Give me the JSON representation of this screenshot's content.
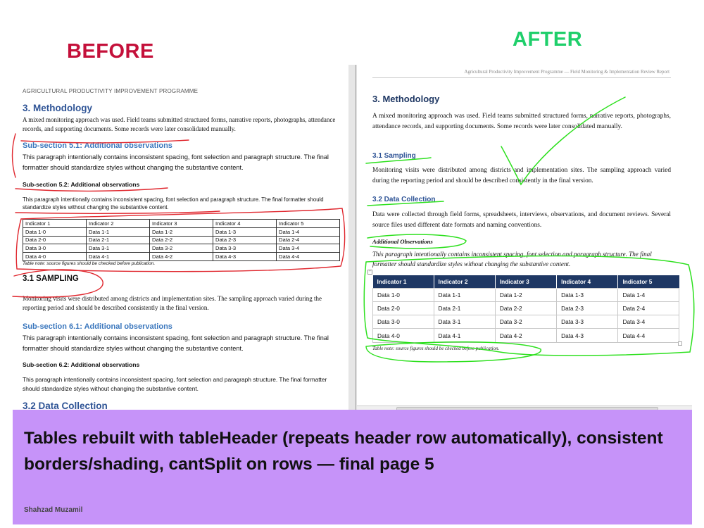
{
  "labels": {
    "before": "BEFORE",
    "after": "AFTER"
  },
  "before": {
    "programme": "AGRICULTURAL PRODUCTIVITY IMPROVEMENT PROGRAMME",
    "heading": "3. Methodology",
    "intro": "A mixed monitoring approach was used. Field teams submitted structured forms, narrative reports, photographs, attendance records, and supporting documents. Some records were later consolidated manually.",
    "sub51": "Sub-section 5.1: Additional observations",
    "para": "This paragraph intentionally contains inconsistent spacing, font selection and paragraph structure. The final formatter should standardize styles without changing the substantive content.",
    "sub52": "Sub-section 5.2: Additional observations",
    "sampling_heading": "3.1 SAMPLING",
    "sampling_text": "Monitoring visits were distributed among districts and implementation sites. The sampling approach varied during the reporting period and should be described consistently in the final version.",
    "sub61": "Sub-section 6.1: Additional observations",
    "sub62": "Sub-section 6.2: Additional observations",
    "table_note": "Table note: source figures should be checked before publication.",
    "cut_heading": "3.2 Data Collection"
  },
  "after": {
    "running_header": "Agricultural Productivity Improvement Programme — Field Monitoring & Implementation Review Report",
    "heading": "3. Methodology",
    "intro": "A mixed monitoring approach was used. Field teams submitted structured forms, narrative reports, photographs, attendance records, and supporting documents. Some records were later consolidated manually.",
    "sampling_heading": "3.1 Sampling",
    "sampling_text": "Monitoring visits were distributed among districts and implementation sites. The sampling approach varied during the reporting period and should be described consistently in the final version.",
    "data_heading": "3.2 Data Collection",
    "data_text": "Data were collected through field forms, spreadsheets, interviews, observations, and document reviews. Several source files used different date formats and naming conventions.",
    "obs_heading": "Additional Observations",
    "obs_text": "This paragraph intentionally contains inconsistent spacing, font selection and paragraph structure. The final formatter should standardize styles without changing the substantive content.",
    "table_note": "Table note: source figures should be checked before publication."
  },
  "table": {
    "headers": [
      "Indicator 1",
      "Indicator 2",
      "Indicator 3",
      "Indicator 4",
      "Indicator 5"
    ],
    "rows": [
      [
        "Data 1-0",
        "Data 1-1",
        "Data 1-2",
        "Data 1-3",
        "Data 1-4"
      ],
      [
        "Data 2-0",
        "Data 2-1",
        "Data 2-2",
        "Data 2-3",
        "Data 2-4"
      ],
      [
        "Data 3-0",
        "Data 3-1",
        "Data 3-2",
        "Data 3-3",
        "Data 3-4"
      ],
      [
        "Data 4-0",
        "Data 4-1",
        "Data 4-2",
        "Data 4-3",
        "Data 4-4"
      ]
    ]
  },
  "banner": {
    "caption": "Tables rebuilt with tableHeader (repeats header row automatically), consistent borders/shading, cantSplit on rows — final page 5",
    "author": "Shahzad Muzamil"
  },
  "colors": {
    "before_label": "#c4103a",
    "after_label": "#1fcf6b",
    "banner": "#c693f9",
    "header_fill": "#1f3864"
  }
}
